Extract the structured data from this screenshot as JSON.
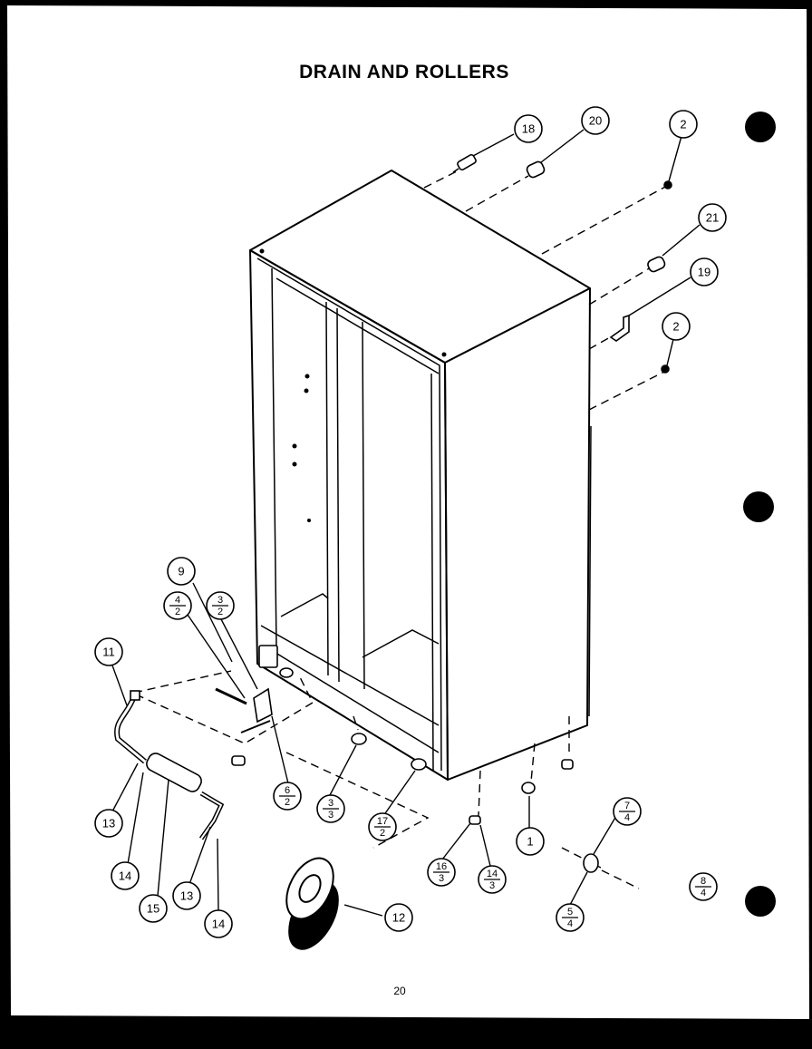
{
  "title": "DRAIN AND ROLLERS",
  "page_number": "20",
  "callouts": [
    {
      "id": "c18",
      "label": "18"
    },
    {
      "id": "c20",
      "label": "20"
    },
    {
      "id": "c2a",
      "label": "2"
    },
    {
      "id": "c21",
      "label": "21"
    },
    {
      "id": "c19",
      "label": "19"
    },
    {
      "id": "c2b",
      "label": "2"
    },
    {
      "id": "c9",
      "label": "9"
    },
    {
      "id": "c11",
      "label": "11"
    },
    {
      "id": "c13a",
      "label": "13"
    },
    {
      "id": "c14a",
      "label": "14"
    },
    {
      "id": "c15",
      "label": "15"
    },
    {
      "id": "c13b",
      "label": "13"
    },
    {
      "id": "c14b",
      "label": "14"
    },
    {
      "id": "c12",
      "label": "12"
    },
    {
      "id": "c1",
      "label": "1"
    }
  ],
  "fraction_callouts": [
    {
      "id": "f3_2",
      "top": "3",
      "bottom": "2"
    },
    {
      "id": "f4_2",
      "top": "4",
      "bottom": "2"
    },
    {
      "id": "f6_2",
      "top": "6",
      "bottom": "2"
    },
    {
      "id": "f3_3",
      "top": "3",
      "bottom": "3"
    },
    {
      "id": "f17_2",
      "top": "17",
      "bottom": "2"
    },
    {
      "id": "f16_3",
      "top": "16",
      "bottom": "3"
    },
    {
      "id": "f14_3",
      "top": "14",
      "bottom": "3"
    },
    {
      "id": "f7_4",
      "top": "7",
      "bottom": "4"
    },
    {
      "id": "f8_4",
      "top": "8",
      "bottom": "4"
    },
    {
      "id": "f5_4",
      "top": "5",
      "bottom": "4"
    }
  ]
}
